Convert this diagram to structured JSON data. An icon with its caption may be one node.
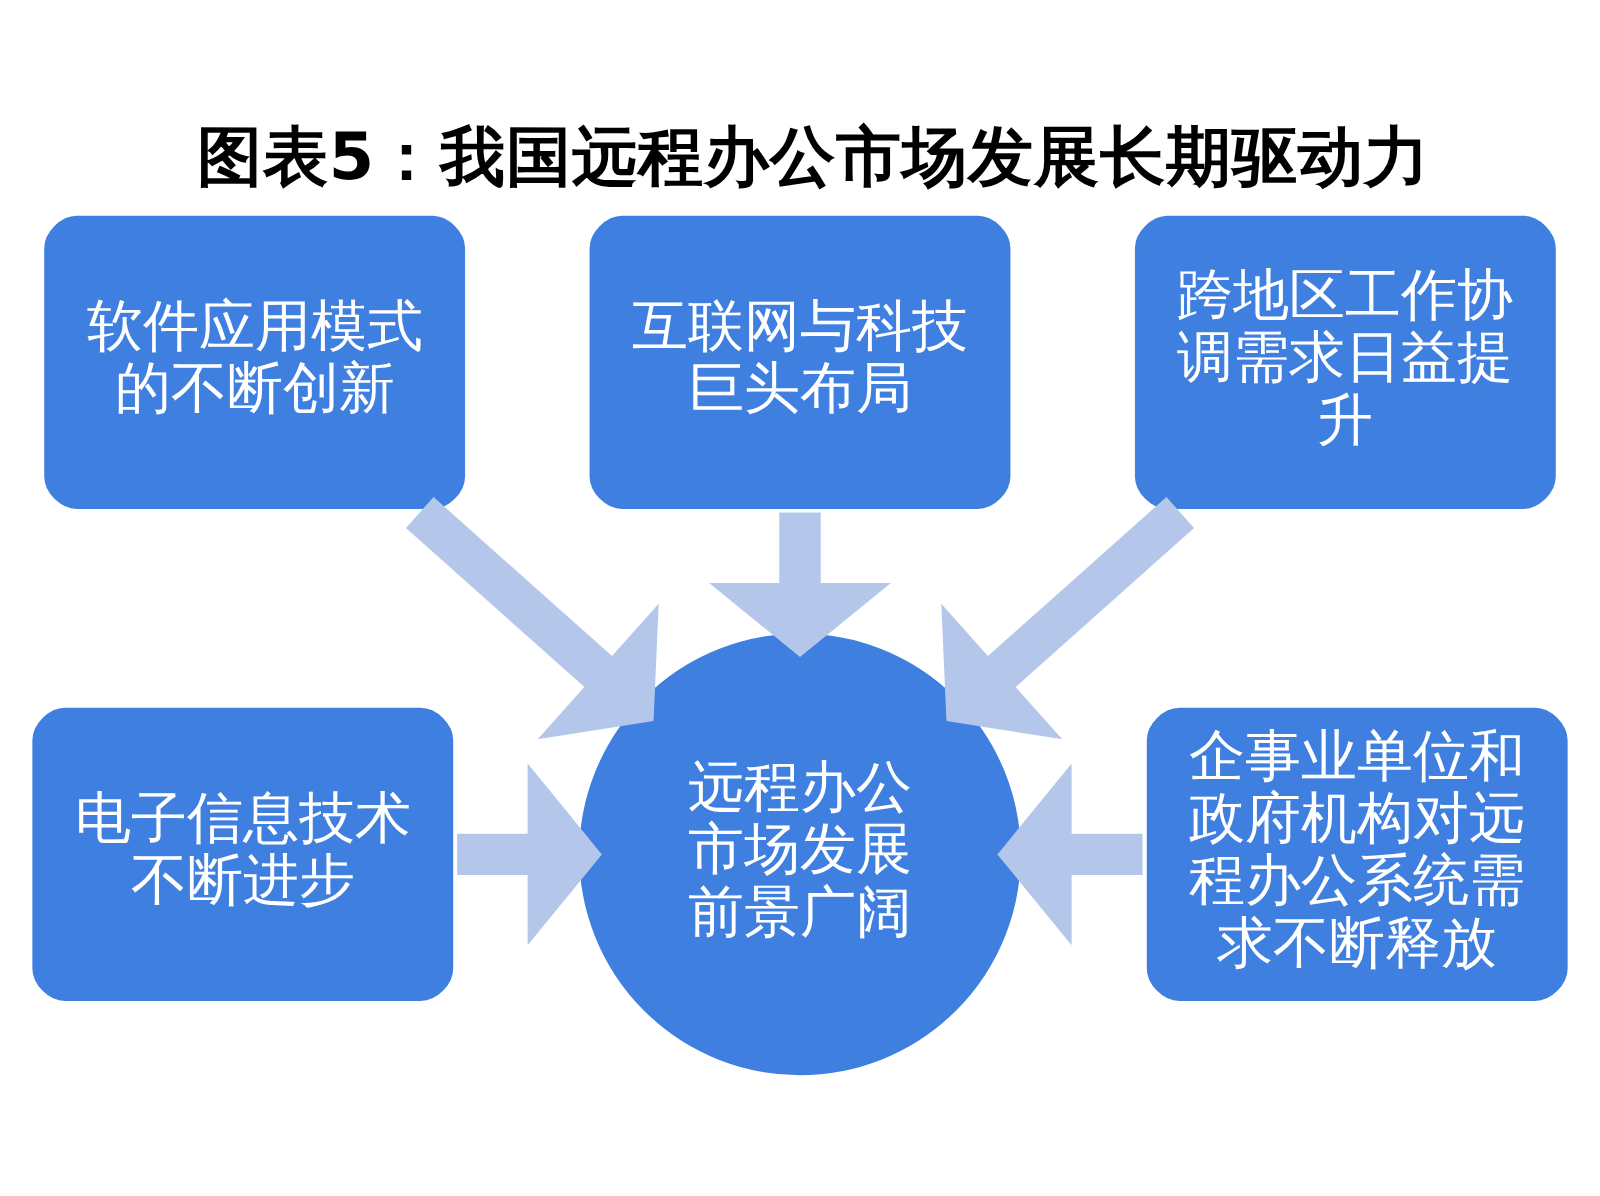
{
  "diagram": {
    "title": "图表5：我国远程办公市场发展长期驱动力",
    "nodes": [
      {
        "text": [
          "互联网与科技巨头布局"
        ]
      },
      {
        "text": [
          "软件应用模式的不断创新"
        ]
      },
      {
        "text": [
          "跨地区工作协调需求日益提升"
        ]
      },
      {
        "text": [
          "电子信息技术不断进步"
        ]
      },
      {
        "text": [
          "远程办公市场发展前景广阔"
        ]
      },
      {
        "text": [
          "企事业单位和政府机构对远程办公系统需求不断释放"
        ]
      }
    ],
    "edges": [
      {
        "from": 1,
        "to": 4,
        "arrow": "to"
      },
      {
        "from": 0,
        "to": 4,
        "arrow": "to"
      },
      {
        "from": 2,
        "to": 4,
        "arrow": "to"
      },
      {
        "from": 3,
        "to": 4,
        "arrow": "to"
      },
      {
        "from": 5,
        "to": 4,
        "arrow": "to"
      }
    ]
  }
}
